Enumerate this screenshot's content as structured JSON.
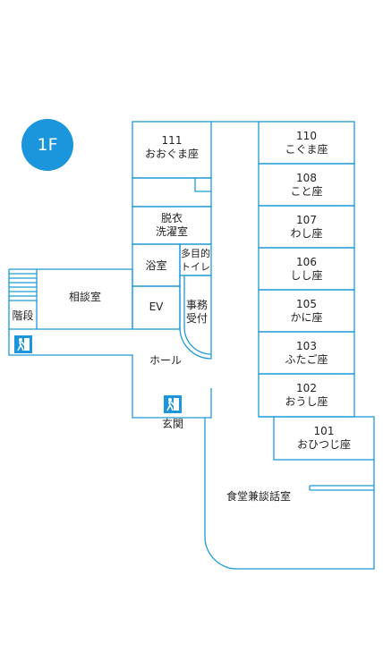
{
  "floor": "1F",
  "rooms": {
    "r111": {
      "num": "111",
      "name": "おおぐま座"
    },
    "r110": {
      "num": "110",
      "name": "こぐま座"
    },
    "r108": {
      "num": "108",
      "name": "こと座"
    },
    "r107": {
      "num": "107",
      "name": "わし座"
    },
    "r106": {
      "num": "106",
      "name": "しし座"
    },
    "r105": {
      "num": "105",
      "name": "かに座"
    },
    "r103": {
      "num": "103",
      "name": "ふたご座"
    },
    "r102": {
      "num": "102",
      "name": "おうし座"
    },
    "r101": {
      "num": "101",
      "name": "おひつじ座"
    }
  },
  "labels": {
    "dressing_1": "脱衣",
    "dressing_2": "洗濯室",
    "bath": "浴室",
    "toilet_1": "多目的",
    "toilet_2": "トイレ",
    "office_1": "事務",
    "office_2": "受付",
    "ev": "EV",
    "consult": "相談室",
    "stairs": "階段",
    "hall": "ホール",
    "entrance": "玄関",
    "dining": "食堂兼談話室"
  },
  "colors": {
    "wall": "#1e9ad6",
    "badge": "#1b95dc",
    "exit_icon": "#1b95dc"
  },
  "icons": [
    "emergency-exit-icon",
    "emergency-exit-icon"
  ]
}
